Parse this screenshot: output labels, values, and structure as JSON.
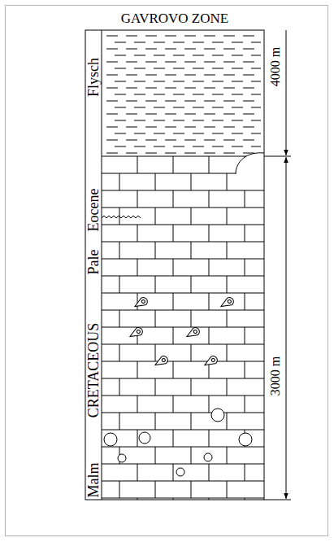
{
  "diagram": {
    "title": "GAVROVO ZONE",
    "labels": [
      "Flysch",
      "Eocene",
      "Pale",
      "CRETACEOUS",
      "Malm",
      "4000 m",
      "3000 m"
    ]
  }
}
